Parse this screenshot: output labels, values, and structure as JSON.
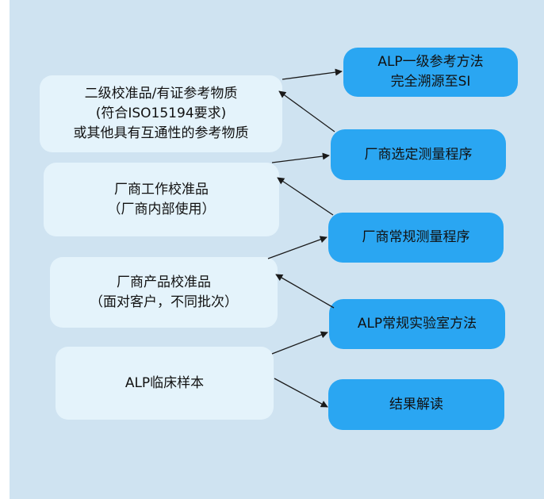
{
  "left_boxes": [
    {
      "lines": [
        "二级校准品/有证参考物质",
        "(符合ISO15194要求)",
        "或其他具有互通性的参考物质"
      ]
    },
    {
      "lines": [
        "厂商工作校准品",
        "（厂商内部使用）"
      ]
    },
    {
      "lines": [
        "厂商产品校准品",
        "（面对客户，不同批次）"
      ]
    },
    {
      "lines": [
        "ALP临床样本"
      ]
    }
  ],
  "right_boxes": [
    {
      "lines": [
        "ALP一级参考方法",
        "完全溯源至SI"
      ]
    },
    {
      "lines": [
        "厂商选定测量程序"
      ]
    },
    {
      "lines": [
        "厂商常规测量程序"
      ]
    },
    {
      "lines": [
        "ALP常规实验室方法"
      ]
    },
    {
      "lines": [
        "结果解读"
      ]
    }
  ],
  "colors": {
    "background": "#cfe3f1",
    "left_box_fill": "#e4f3fb",
    "right_box_fill": "#2aa6f2",
    "arrow": "#1a1a1a"
  }
}
